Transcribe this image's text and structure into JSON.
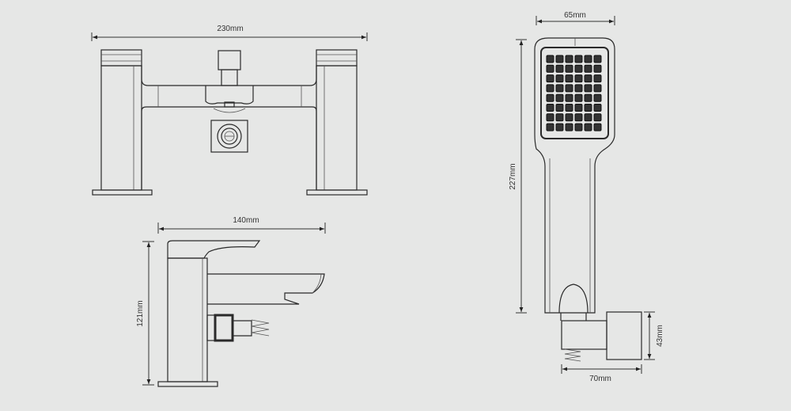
{
  "drawing": {
    "front_view": {
      "width_label": "230mm"
    },
    "side_view": {
      "depth_label": "140mm",
      "height_label": "121mm"
    },
    "handset": {
      "width_label": "65mm",
      "length_label": "227mm",
      "holder_height_label": "43mm",
      "holder_depth_label": "70mm",
      "nozzle_rows": 8,
      "nozzle_cols": 6
    },
    "colors": {
      "background": "#e6e7e6",
      "line": "#2a2a2a"
    }
  }
}
